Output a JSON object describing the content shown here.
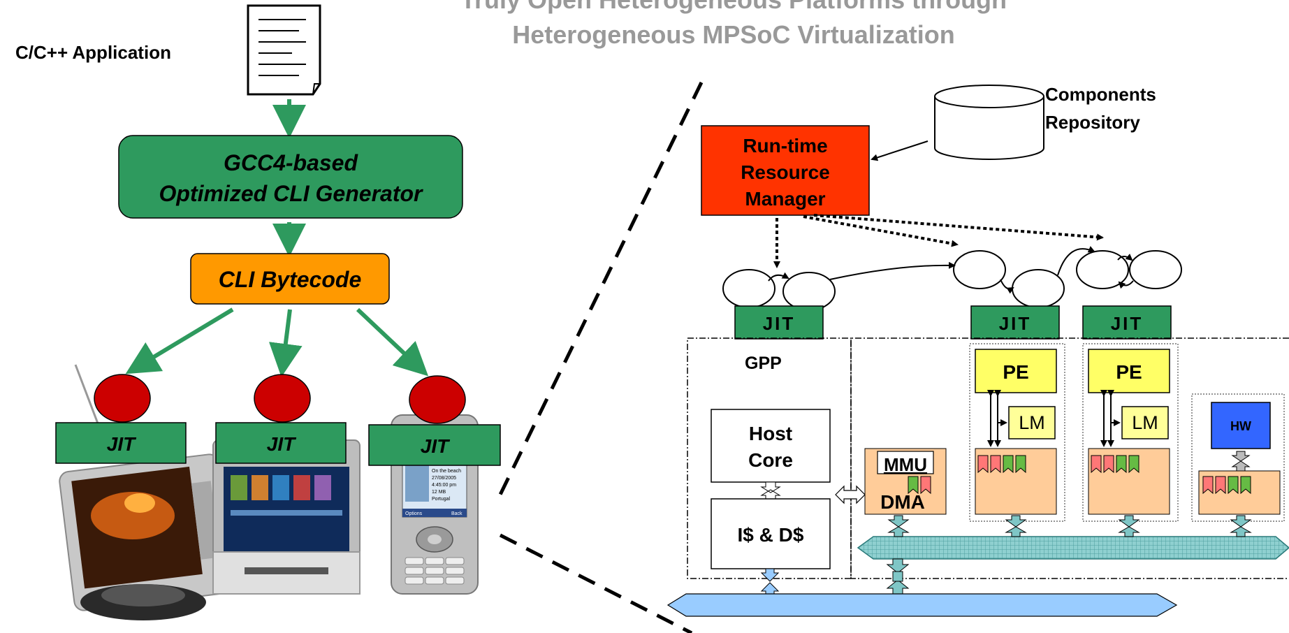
{
  "title": {
    "line1": "Truly Open Heterogeneous Platforms through",
    "line2": "Heterogeneous MPSoC Virtualization"
  },
  "left_flow": {
    "app_label": "C/C++ Application",
    "generator_line1": "GCC4-based",
    "generator_line2": "Optimized CLI Generator",
    "bytecode": "CLI Bytecode",
    "jit_labels": [
      "JIT",
      "JIT",
      "JIT"
    ],
    "phone_screen_text": [
      "On the beach",
      "27/08/2005",
      "4:45:00 pm",
      "12 MB",
      "Portugal",
      "Options",
      "Back"
    ]
  },
  "right_arch": {
    "repository_line1": "Components",
    "repository_line2": "Repository",
    "resource_manager": [
      "Run-time",
      "Resource",
      "Manager"
    ],
    "jit_labels": [
      "JIT",
      "JIT",
      "JIT"
    ],
    "gpp": "GPP",
    "host_core": [
      "Host",
      "Core"
    ],
    "cache": "I$ & D$",
    "mmu": "MMU",
    "dma": "DMA",
    "pe_labels": [
      "PE",
      "PE"
    ],
    "lm_labels": [
      "LM",
      "LM"
    ],
    "hw": "HW"
  },
  "colors": {
    "green_box": "#2e9a5e",
    "arrow_green": "#2e9a5e",
    "orange_box": "#ff9900",
    "red_box": "#ff3300",
    "token_red": "#cc0000",
    "pe_yellow": "#ffff66",
    "lm_yellow": "#ffff99",
    "peach": "#ffcc99",
    "bus_teal": "#7fc6c6",
    "bus_blue": "#99ccff",
    "hw_blue": "#3366ff",
    "title_gray": "#999999"
  }
}
